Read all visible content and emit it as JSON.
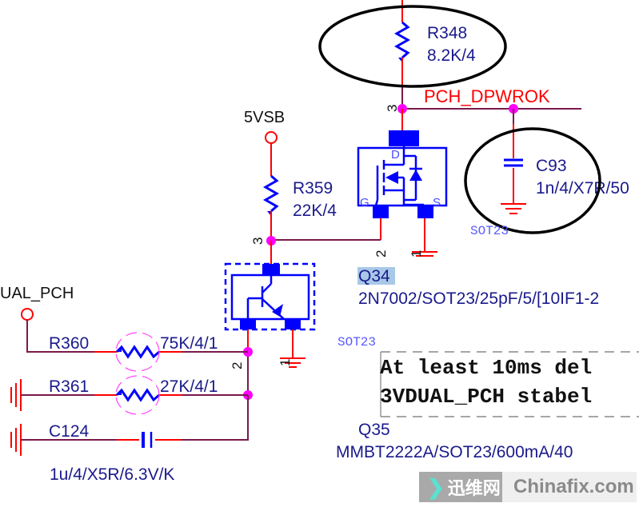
{
  "schematic": {
    "nets": {
      "pch_dpwrok": "PCH_DPWROK",
      "vsb5": "5VSB",
      "dual_pch": "UAL_PCH"
    },
    "components": {
      "r348": {
        "ref": "R348",
        "value": "8.2K/4"
      },
      "r359": {
        "ref": "R359",
        "value": "22K/4"
      },
      "r360": {
        "ref": "R360",
        "value": "75K/4/1"
      },
      "r361": {
        "ref": "R361",
        "value": "27K/4/1"
      },
      "c93": {
        "ref": "C93",
        "value": "1n/4/X7R/50"
      },
      "c124": {
        "ref": "C124",
        "value": "1u/4/X5R/6.3V/K"
      },
      "q34": {
        "ref": "Q34",
        "value": "2N7002/SOT23/25pF/5/[10IF1-2",
        "package": "SOT23",
        "pins": {
          "gate": "G",
          "drain": "D",
          "source": "S"
        }
      },
      "q35": {
        "ref": "Q35",
        "value": "MMBT2222A/SOT23/600mA/40",
        "package": "SOT23"
      }
    },
    "pin_numbers": {
      "q34_drain": "3",
      "q34_gate": "2",
      "q34_source": "1",
      "q35_collector": "3",
      "q35_base": "2",
      "q35_emitter": "1"
    },
    "note": {
      "line1": "At least 10ms del",
      "line2": "3VDUAL_PCH stabel"
    }
  },
  "watermark": {
    "arrow": "❯",
    "brand_cn": "迅维网",
    "brand_en": "Chinafix.com"
  }
}
